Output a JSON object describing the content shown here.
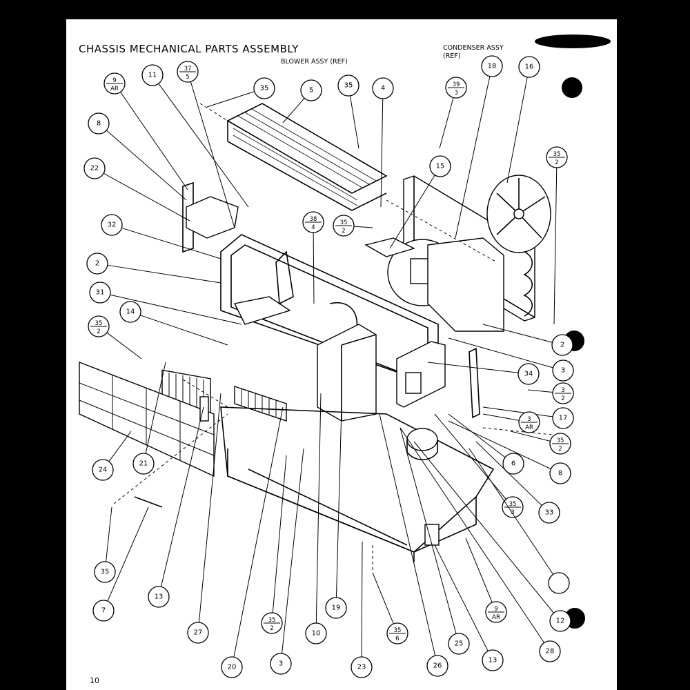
{
  "title": "CHASSIS MECHANICAL PARTS ASSEMBLY",
  "refs": {
    "condenser_line1": "CONDENSER ASSY",
    "condenser_line2": "(REF)",
    "blower": "BLOWER ASSY (REF)"
  },
  "page_number": "10",
  "callouts": [
    {
      "id": "c11",
      "label": "11"
    },
    {
      "id": "c37",
      "top": "37",
      "bottom": "5"
    },
    {
      "id": "c9a",
      "top": "9",
      "bottom": "AR"
    },
    {
      "id": "c35a",
      "label": "35"
    },
    {
      "id": "c5",
      "label": "5"
    },
    {
      "id": "c35b",
      "label": "35"
    },
    {
      "id": "c4",
      "label": "4"
    },
    {
      "id": "c39",
      "top": "39",
      "bottom": "3"
    },
    {
      "id": "c18",
      "label": "18"
    },
    {
      "id": "c16",
      "label": "16"
    },
    {
      "id": "c8a",
      "label": "8"
    },
    {
      "id": "c22",
      "label": "22"
    },
    {
      "id": "c15",
      "label": "15"
    },
    {
      "id": "c35c",
      "top": "35",
      "bottom": "2"
    },
    {
      "id": "c32",
      "label": "32"
    },
    {
      "id": "c38",
      "top": "38",
      "bottom": "4"
    },
    {
      "id": "c35d",
      "top": "35",
      "bottom": "2"
    },
    {
      "id": "c2",
      "label": "2"
    },
    {
      "id": "c31",
      "label": "31"
    },
    {
      "id": "c14",
      "label": "14"
    },
    {
      "id": "c35e",
      "top": "35",
      "bottom": "2"
    },
    {
      "id": "c29",
      "label": "2"
    },
    {
      "id": "c3r",
      "label": "3"
    },
    {
      "id": "c34",
      "label": "34"
    },
    {
      "id": "c35f",
      "top": "3",
      "bottom": "2"
    },
    {
      "id": "c17",
      "label": "17"
    },
    {
      "id": "c3ar",
      "top": "3",
      "bottom": "AR"
    },
    {
      "id": "c35g",
      "top": "35",
      "bottom": "2"
    },
    {
      "id": "c6",
      "label": "6"
    },
    {
      "id": "c8b",
      "label": "8"
    },
    {
      "id": "c24",
      "label": "24"
    },
    {
      "id": "c21",
      "label": "21"
    },
    {
      "id": "c35h",
      "top": "35",
      "bottom": "3"
    },
    {
      "id": "c33",
      "label": "33"
    },
    {
      "id": "c1r",
      "label": ""
    },
    {
      "id": "c35i",
      "label": "35"
    },
    {
      "id": "c13a",
      "label": "13"
    },
    {
      "id": "c7",
      "label": "7"
    },
    {
      "id": "c27",
      "label": "27"
    },
    {
      "id": "c35j",
      "top": "35",
      "bottom": "2"
    },
    {
      "id": "c19",
      "label": "19"
    },
    {
      "id": "c10",
      "label": "10"
    },
    {
      "id": "c20",
      "label": "20"
    },
    {
      "id": "c3b",
      "label": "3"
    },
    {
      "id": "c23",
      "label": "23"
    },
    {
      "id": "c35k",
      "top": "35",
      "bottom": "6"
    },
    {
      "id": "c26",
      "label": "26"
    },
    {
      "id": "c25",
      "label": "25"
    },
    {
      "id": "c13b",
      "label": "13"
    },
    {
      "id": "c9b",
      "top": "9",
      "bottom": "AR"
    },
    {
      "id": "c28",
      "label": "28"
    },
    {
      "id": "c12",
      "label": "12"
    }
  ]
}
